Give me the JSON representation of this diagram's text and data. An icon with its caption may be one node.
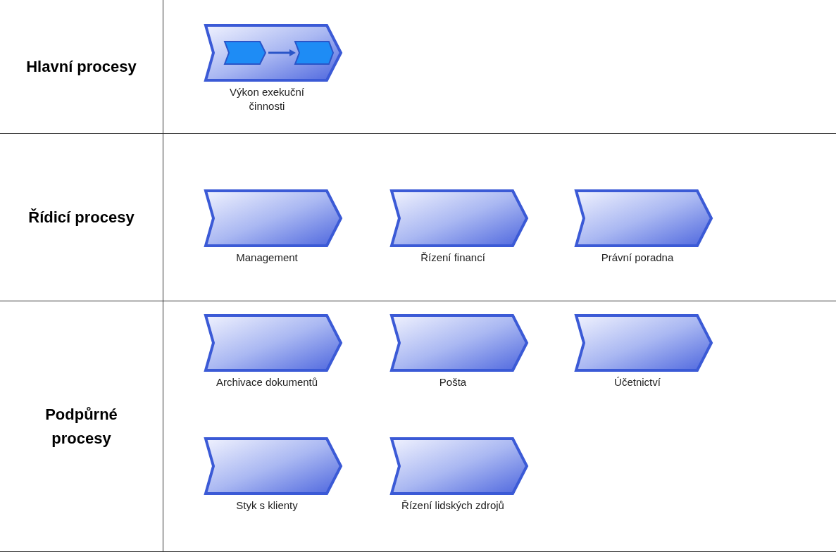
{
  "diagram": {
    "nodes": [
      {
        "text": [
          "Hlavní procesy"
        ]
      },
      {
        "text": [
          "Výkon exekuční činnosti"
        ],
        "in": 0
      },
      {
        "text": [
          "Řídicí procesy"
        ]
      },
      {
        "text": [
          "Management"
        ],
        "in": 2
      },
      {
        "text": [
          "Řízení financí"
        ],
        "in": 2
      },
      {
        "text": [
          "Právní poradna"
        ],
        "in": 2
      },
      {
        "text": [
          "Podpůrné procesy"
        ]
      },
      {
        "text": [
          "Archivace dokumentů"
        ],
        "in": 6
      },
      {
        "text": [
          "Pošta"
        ],
        "in": 6
      },
      {
        "text": [
          "Účetnictví"
        ],
        "in": 6
      },
      {
        "text": [
          "Styk s klienty"
        ],
        "in": 6
      },
      {
        "text": [
          "Řízení lidských zdrojů"
        ],
        "in": 6
      }
    ]
  }
}
